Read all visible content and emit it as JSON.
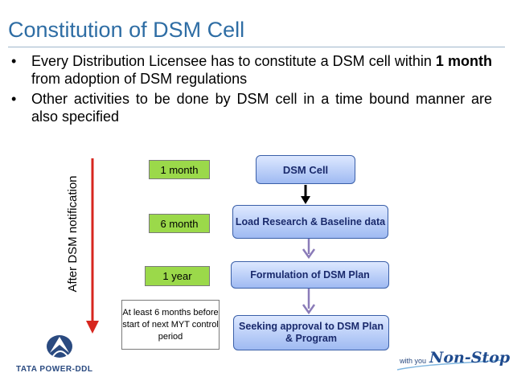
{
  "title": "Constitution of DSM Cell",
  "bullets": [
    {
      "before": "Every Distribution Licensee has to constitute a DSM cell within ",
      "bold": "1 month",
      "after": " from adoption of DSM regulations"
    },
    {
      "before": "Other activities to be done by DSM cell in a time bound manner are also specified",
      "bold": "",
      "after": ""
    }
  ],
  "bullet_glyph": "•",
  "axis_label": "After DSM notification",
  "timeline": [
    "1 month",
    "6 month",
    "1 year"
  ],
  "note": "At least 6 months before start of next MYT control period",
  "steps": [
    "DSM Cell",
    "Load Research & Baseline data",
    "Formulation of DSM Plan",
    "Seeking approval to DSM Plan & Program"
  ],
  "footer": {
    "logo_text": "TATA POWER-DDL",
    "tag_with": "with you",
    "tag_brand": "Non-Stop"
  },
  "colors": {
    "title": "#2e6da4",
    "red_arrow": "#d7261e",
    "timeline_fill": "#9bd94a",
    "step_fill": "#9fbaf2",
    "connector_purple": "#8a7bb8"
  }
}
